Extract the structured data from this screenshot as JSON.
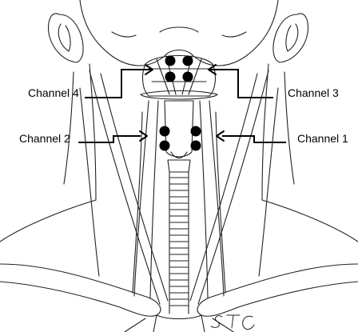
{
  "labels": {
    "channel_1": "Channel 1",
    "channel_2": "Channel 2",
    "channel_3": "Channel 3",
    "channel_4": "Channel 4"
  },
  "signature": "STC",
  "colors": {
    "ink": "#000000",
    "background": "#ffffff"
  }
}
